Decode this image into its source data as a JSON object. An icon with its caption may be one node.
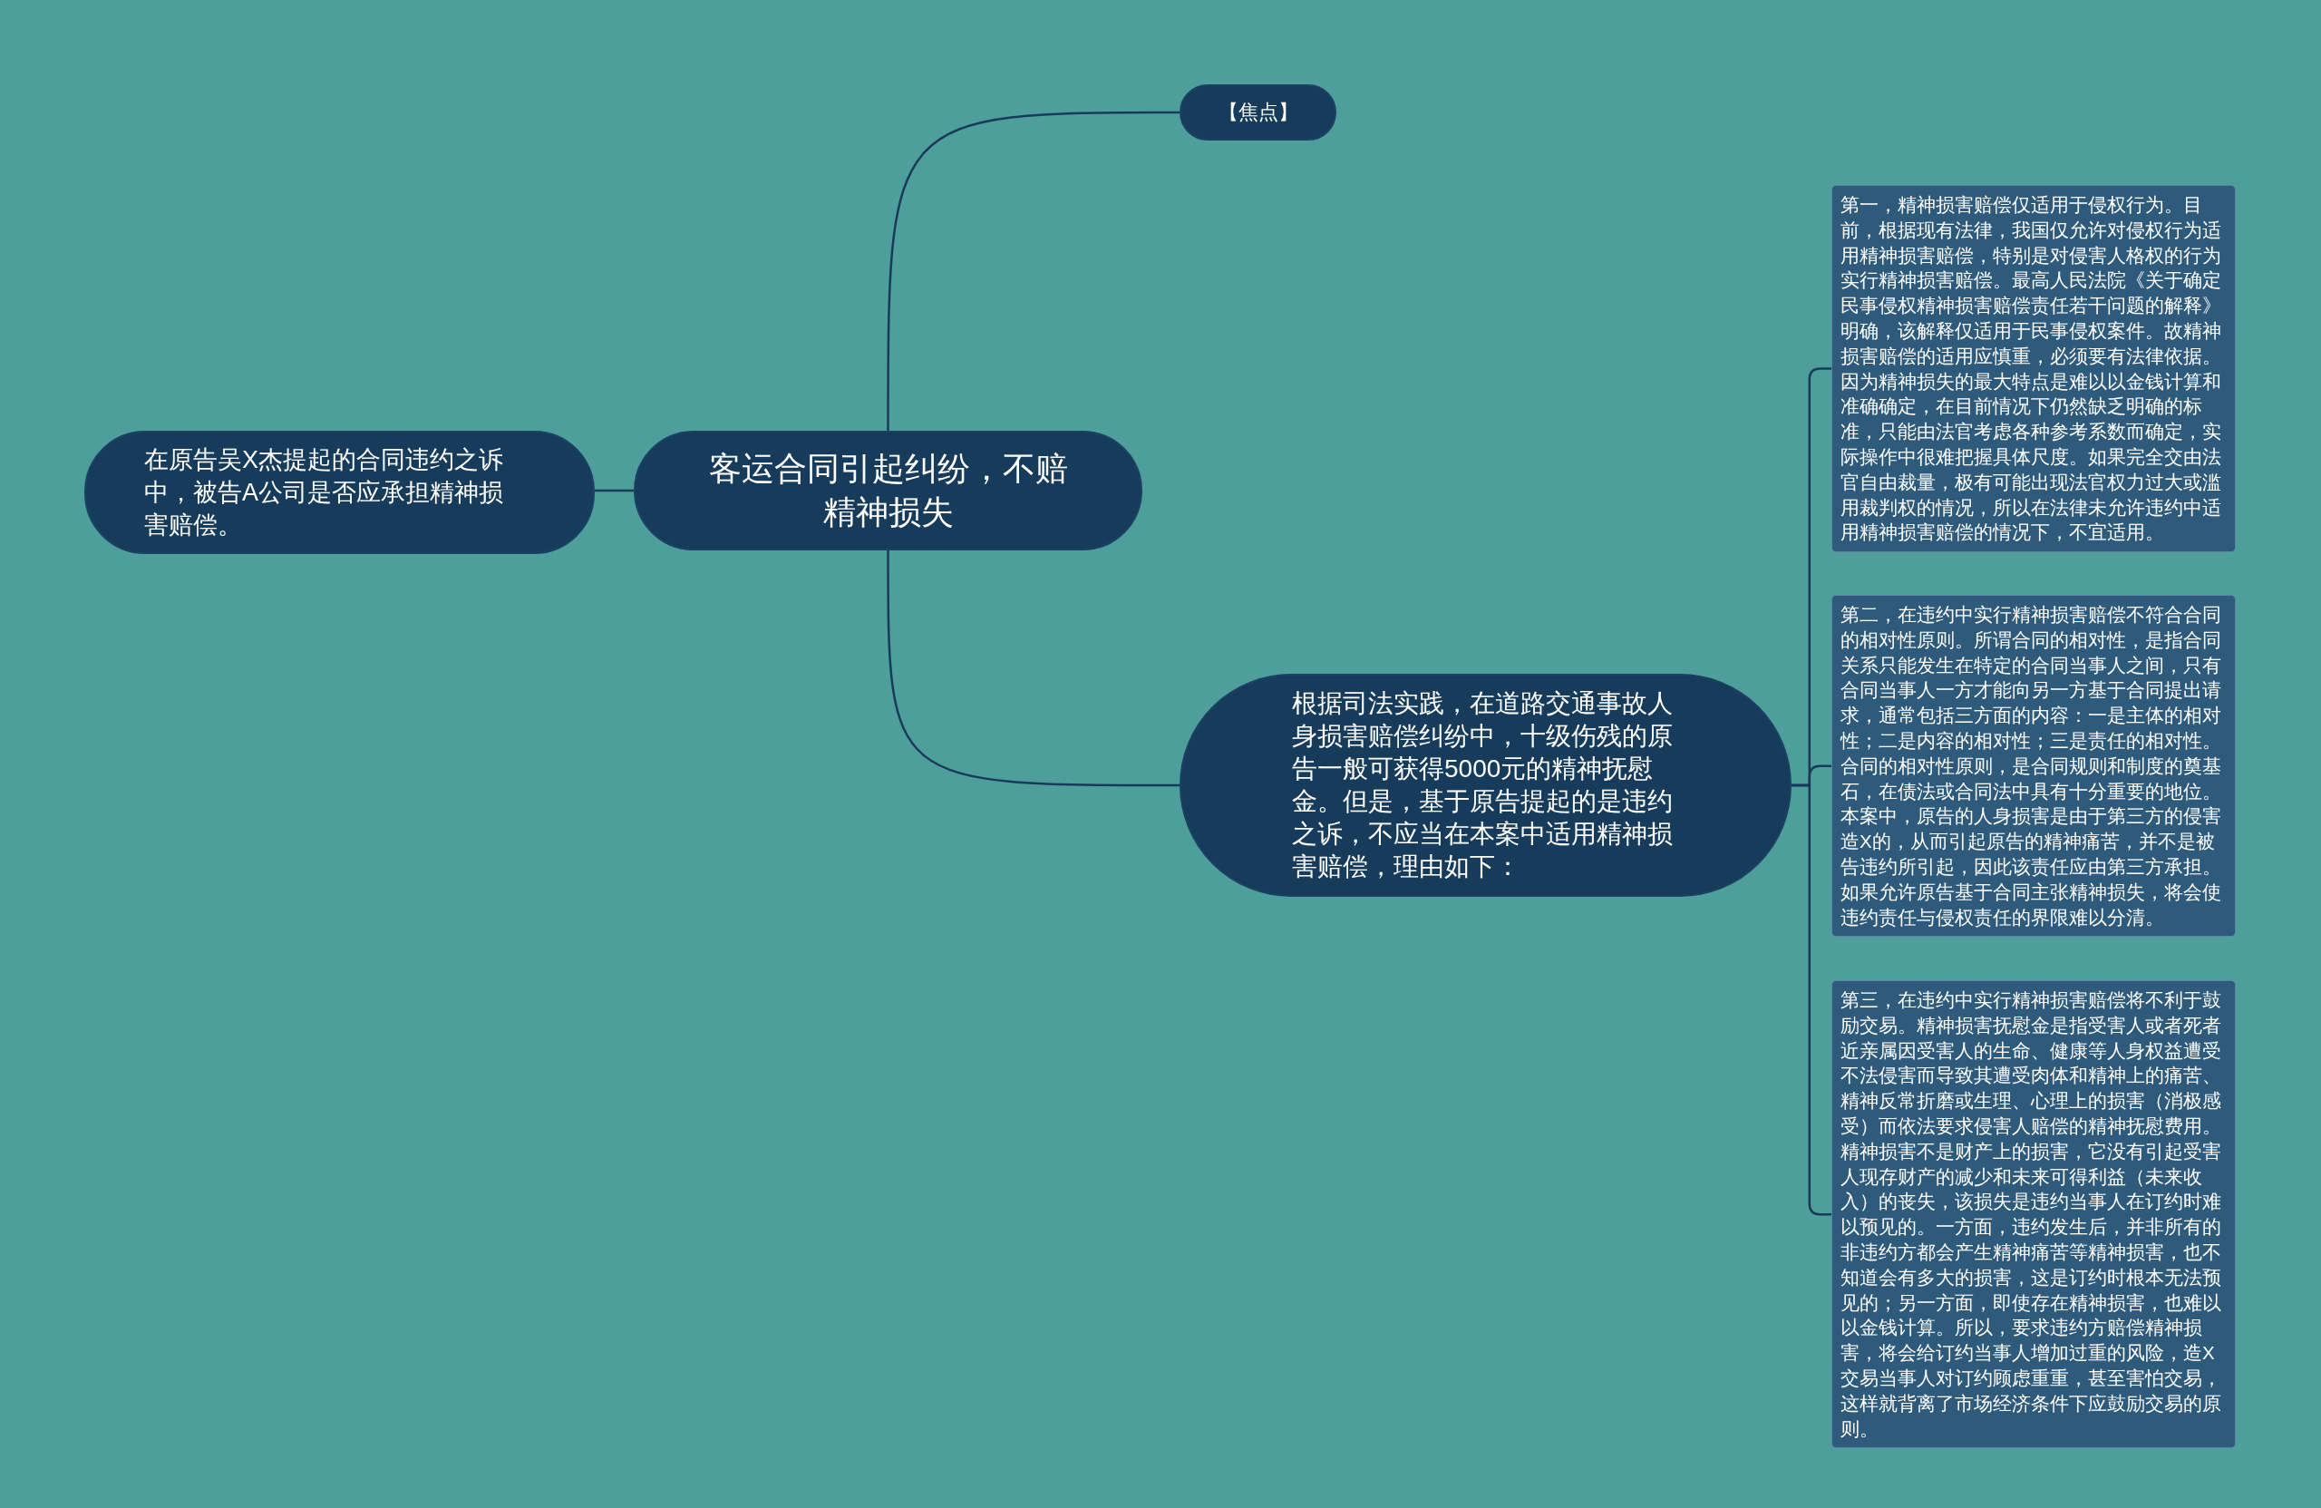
{
  "diagram": {
    "nodes": [
      {
        "text": [
          "客运合同引起纠纷，不赔精神损失"
        ]
      },
      {
        "text": [
          "【焦点】"
        ]
      },
      {
        "text": [
          "在原告吴X杰提起的合同违约之诉中，被告A公司是否应承担精神损害赔偿。"
        ]
      },
      {
        "text": [
          "根据司法实践，在道路交通事故人身损害赔偿纠纷中，十级伤残的原告一般可获得5000元的精神抚慰金。但是，基于原告提起的是违约之诉，不应当在本案中适用精神损害赔偿，理由如下："
        ]
      },
      {
        "text": [
          "第一，精神损害赔偿仅适用于侵权行为。目前，根据现有法律，我国仅允许对侵权行为适用精神损害赔偿，特别是对侵害人格权的行为实行精神损害赔偿。最高人民法院《关于确定民事侵权精神损害赔偿责任若干问题的解释》明确，该解释仅适用于民事侵权案件。故精神损害赔偿的适用应慎重，必须要有法律依据。因为精神损失的最大特点是难以以金钱计算和准确确定，在目前情况下仍然缺乏明确的标准，只能由法官考虑各种参考系数而确定，实际操作中很难把握具体尺度。如果完全交由法官自由裁量，极有可能出现法官权力过大或滥用裁判权的情况，所以在法律未允许违约中适用精神损害赔偿的情况下，不宜适用。"
        ]
      },
      {
        "text": [
          "第二，在违约中实行精神损害赔偿不符合合同的相对性原则。所谓合同的相对性，是指合同关系只能发生在特定的合同当事人之间，只有合同当事人一方才能向另一方基于合同提出请求，通常包括三方面的内容：一是主体的相对性；二是内容的相对性；三是责任的相对性。合同的相对性原则，是合同规则和制度的奠基石，在债法或合同法中具有十分重要的地位。本案中，原告的人身损害是由于第三方的侵害造X的，从而引起原告的精神痛苦，并不是被告违约所引起，因此该责任应由第三方承担。如果允许原告基于合同主张精神损失，将会使违约责任与侵权责任的界限难以分清。"
        ]
      },
      {
        "text": [
          "第三，在违约中实行精神损害赔偿将不利于鼓励交易。精神损害抚慰金是指受害人或者死者近亲属因受害人的生命、健康等人身权益遭受不法侵害而导致其遭受肉体和精神上的痛苦、精神反常折磨或生理、心理上的损害（消极感受）而依法要求侵害人赔偿的精神抚慰费用。精神损害不是财产上的损害，它没有引起受害人现存财产的减少和未来可得利益（未来收入）的丧失，该损失是违约当事人在订约时难以预见的。一方面，违约发生后，并非所有的非违约方都会产生精神痛苦等精神损害，也不知道会有多大的损害，这是订约时根本无法预见的；另一方面，即使存在精神损害，也难以以金钱计算。所以，要求违约方赔偿精神损害，将会给订约当事人增加过重的风险，造X交易当事人对订约顾虑重重，甚至害怕交易，这样就背离了市场经济条件下应鼓励交易的原则。"
        ]
      }
    ],
    "edges": [
      {
        "from": 0,
        "to": 1,
        "arrow": "none"
      },
      {
        "from": 0,
        "to": 2,
        "arrow": "none"
      },
      {
        "from": 0,
        "to": 3,
        "arrow": "none"
      },
      {
        "from": 3,
        "to": 4,
        "arrow": "none"
      },
      {
        "from": 3,
        "to": 5,
        "arrow": "none"
      },
      {
        "from": 3,
        "to": 6,
        "arrow": "none"
      }
    ]
  }
}
